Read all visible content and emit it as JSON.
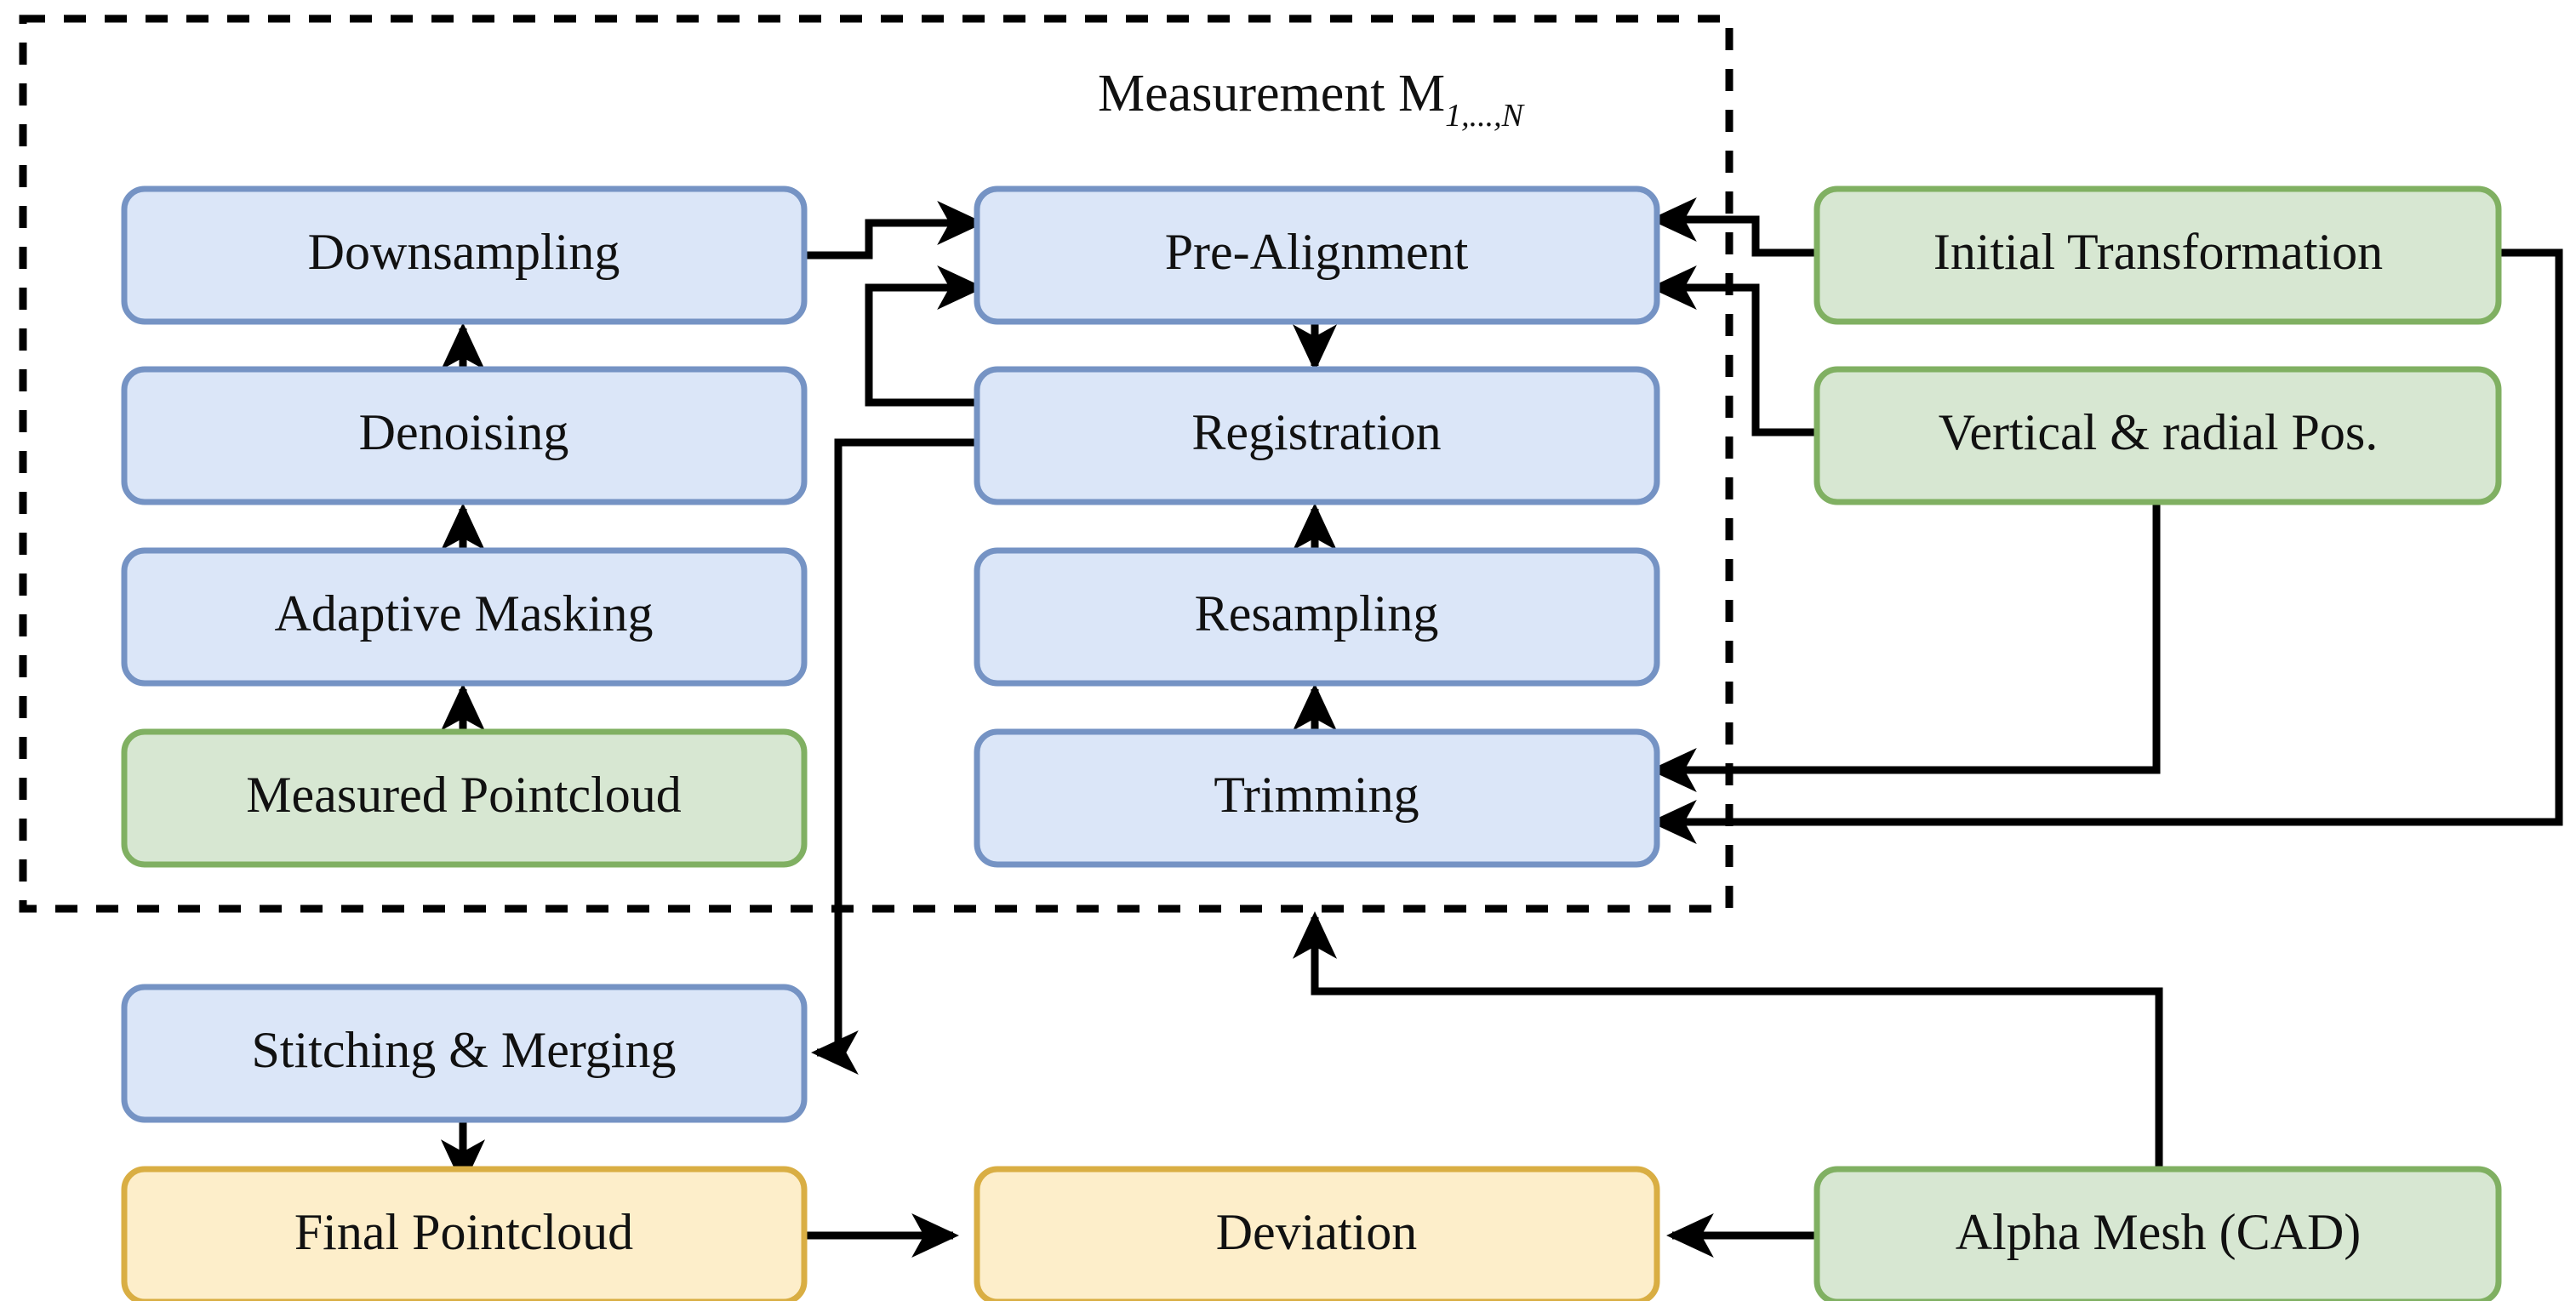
{
  "diagram": {
    "title": "Measurement M",
    "title_subscript": "1,...,N",
    "group_box_label": "Measurement M 1,...,N",
    "colors": {
      "blue_fill": "#dbe6f8",
      "blue_stroke": "#7593c4",
      "green_fill": "#d7e7d2",
      "green_stroke": "#80b062",
      "yellow_fill": "#fdeeca",
      "yellow_stroke": "#d9ae43",
      "edge": "#000000",
      "background": "#ffffff"
    },
    "nodes": {
      "downsampling": "Downsampling",
      "denoising": "Denoising",
      "adaptive_masking": "Adaptive Masking",
      "measured_pointcloud": "Measured Pointcloud",
      "pre_alignment": "Pre-Alignment",
      "registration": "Registration",
      "resampling": "Resampling",
      "trimming": "Trimming",
      "initial_transformation": "Initial Transformation",
      "vertical_radial_pos": "Vertical & radial Pos.",
      "stitching_merging": "Stitching & Merging",
      "final_pointcloud": "Final Pointcloud",
      "deviation": "Deviation",
      "alpha_mesh": "Alpha Mesh (CAD)"
    },
    "edges": [
      {
        "from": "measured_pointcloud",
        "to": "adaptive_masking"
      },
      {
        "from": "adaptive_masking",
        "to": "denoising"
      },
      {
        "from": "denoising",
        "to": "downsampling"
      },
      {
        "from": "downsampling",
        "to": "pre_alignment"
      },
      {
        "from": "registration",
        "to": "pre_alignment"
      },
      {
        "from": "pre_alignment",
        "to": "registration"
      },
      {
        "from": "resampling",
        "to": "registration"
      },
      {
        "from": "trimming",
        "to": "resampling"
      },
      {
        "from": "initial_transformation",
        "to": "pre_alignment"
      },
      {
        "from": "vertical_radial_pos",
        "to": "pre_alignment"
      },
      {
        "from": "vertical_radial_pos",
        "to": "trimming"
      },
      {
        "from": "initial_transformation",
        "to": "trimming"
      },
      {
        "from": "alpha_mesh",
        "to": "trimming"
      },
      {
        "from": "registration",
        "to": "stitching_merging"
      },
      {
        "from": "stitching_merging",
        "to": "final_pointcloud"
      },
      {
        "from": "final_pointcloud",
        "to": "deviation"
      },
      {
        "from": "alpha_mesh",
        "to": "deviation"
      }
    ]
  }
}
